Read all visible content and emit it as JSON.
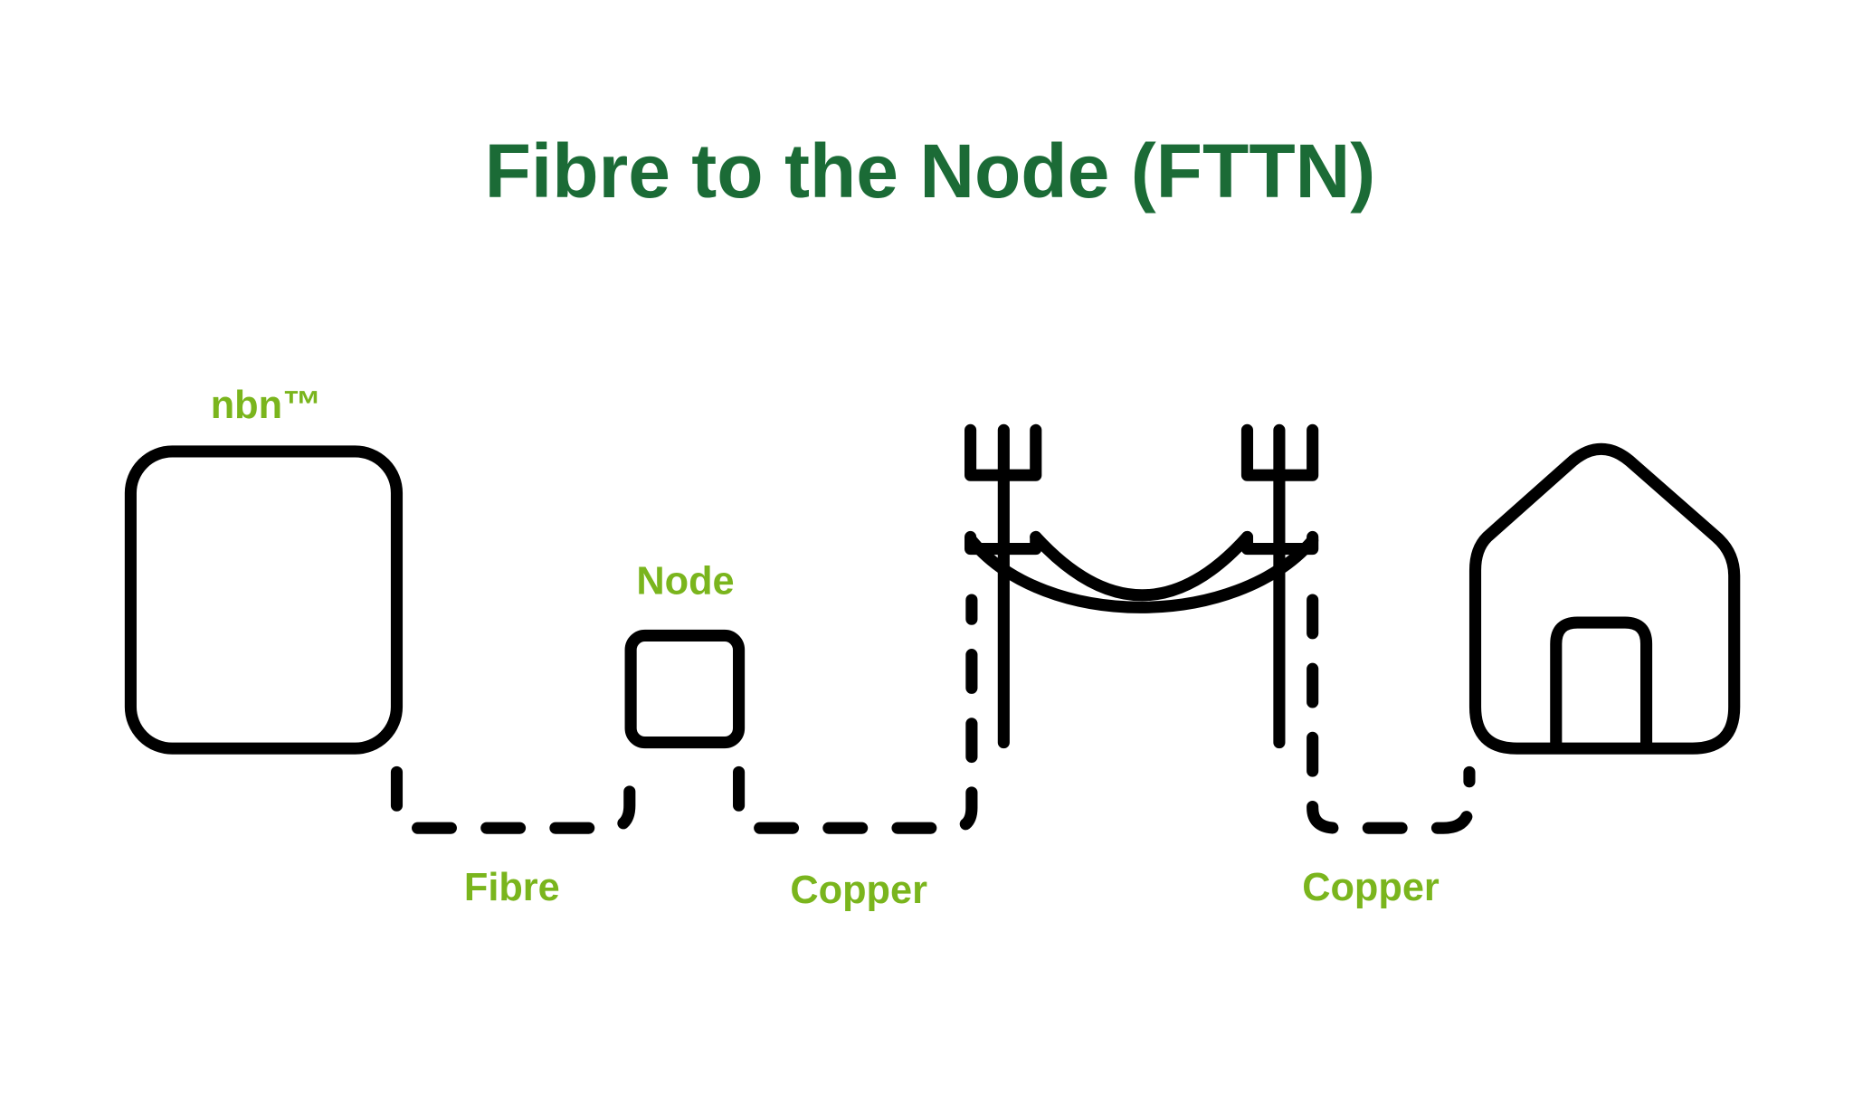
{
  "title": "Fibre to the Node (FTTN)",
  "labels": {
    "nbn": "nbn™",
    "node": "Node",
    "fibre": "Fibre",
    "copper_1": "Copper",
    "copper_2": "Copper"
  },
  "colors": {
    "title": "#1b6b36",
    "label": "#7ab51d",
    "line": "#000000"
  }
}
